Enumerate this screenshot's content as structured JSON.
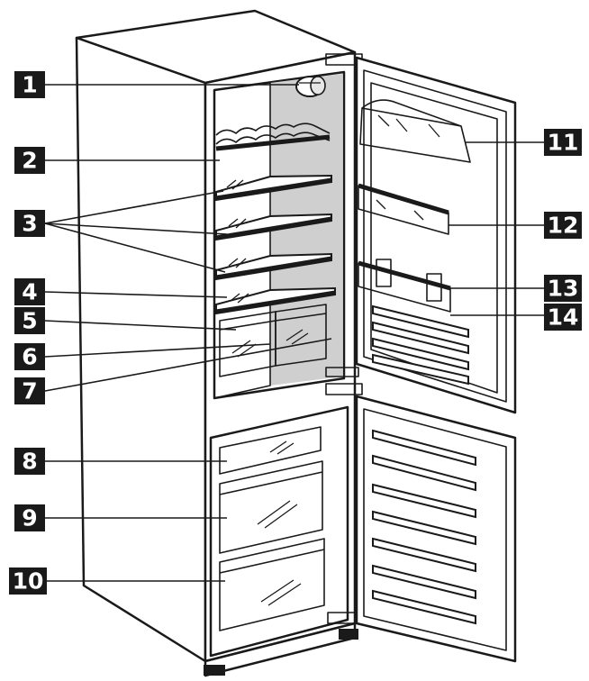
{
  "labels": [
    {
      "id": "1",
      "text": "1"
    },
    {
      "id": "2",
      "text": "2"
    },
    {
      "id": "3",
      "text": "3"
    },
    {
      "id": "4",
      "text": "4"
    },
    {
      "id": "5",
      "text": "5"
    },
    {
      "id": "6",
      "text": "6"
    },
    {
      "id": "7",
      "text": "7"
    },
    {
      "id": "8",
      "text": "8"
    },
    {
      "id": "9",
      "text": "9"
    },
    {
      "id": "10",
      "text": "10"
    },
    {
      "id": "11",
      "text": "11"
    },
    {
      "id": "12",
      "text": "12"
    },
    {
      "id": "13",
      "text": "13"
    },
    {
      "id": "14",
      "text": "14"
    }
  ],
  "colors": {
    "ink": "#1a1a1a",
    "interior_shade": "#cfcfcf",
    "background": "#ffffff"
  }
}
